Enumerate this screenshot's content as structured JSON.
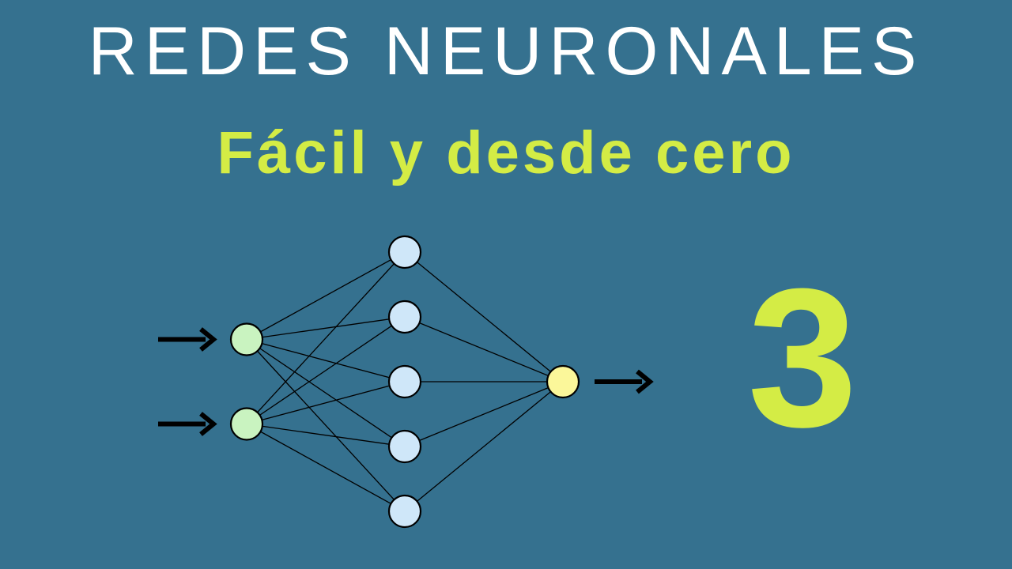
{
  "colors": {
    "background": "#35718F",
    "title": "#FFFFFF",
    "subtitle": "#D4EC45",
    "episode": "#D4EC45",
    "input_node": "#C9F3C0",
    "hidden_node": "#CFE7F9",
    "output_node": "#FBF79A",
    "stroke": "#000000"
  },
  "header": {
    "title": "REDES NEURONALES",
    "subtitle": "Fácil y desde cero"
  },
  "episode": {
    "number": "3"
  },
  "network": {
    "layers": [
      {
        "role": "input",
        "count": 2,
        "fill_key": "input_node"
      },
      {
        "role": "hidden",
        "count": 5,
        "fill_key": "hidden_node"
      },
      {
        "role": "output",
        "count": 1,
        "fill_key": "output_node"
      }
    ],
    "input_arrows": 2,
    "output_arrows": 1
  }
}
